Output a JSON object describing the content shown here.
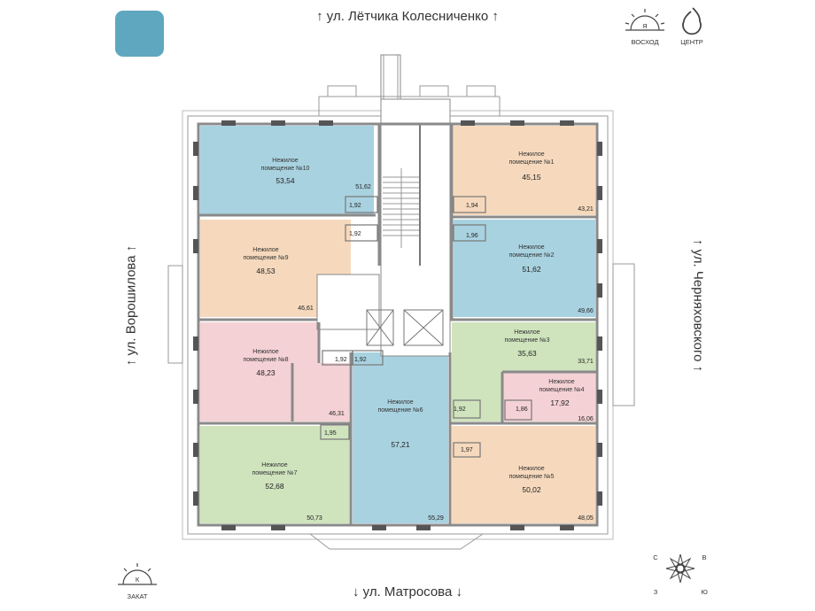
{
  "streets": {
    "top": "↑ ул. Лётчика Колесниченко ↑",
    "bottom": "↓ ул. Матросова ↓",
    "left": "↑ ул. Ворошилова ↑",
    "right": "↑ ул. Черняховского ↑"
  },
  "icons": {
    "sunrise_label": "ВОСХОД",
    "sunrise_letter": "Я",
    "center_label": "ЦЕНТР",
    "sunset_label": "ЗАКАТ",
    "sunset_letter": "К"
  },
  "compass": {
    "n": "С",
    "e": "В",
    "s": "Ю",
    "w": "З"
  },
  "rooms": {
    "r10": {
      "line1": "Нежилое",
      "line2": "помещение №10",
      "area": "53,54",
      "corner": "51,62",
      "color": "#a9d2e0"
    },
    "r9": {
      "line1": "Нежилое",
      "line2": "помещение №9",
      "area": "48,53",
      "corner": "46,61",
      "color": "#f6d9bd"
    },
    "r8": {
      "line1": "Нежилое",
      "line2": "помещение №8",
      "area": "48,23",
      "corner": "46,31",
      "color": "#f4d1d5"
    },
    "r7": {
      "line1": "Нежилое",
      "line2": "помещение №7",
      "area": "52,68",
      "corner": "50,73",
      "color": "#cfe4bd"
    },
    "r6": {
      "line1": "Нежилое",
      "line2": "помещение №6",
      "area": "57,21",
      "corner": "55,29",
      "color": "#a9d2e0"
    },
    "r1": {
      "line1": "Нежилое",
      "line2": "помещение №1",
      "area": "45,15",
      "corner": "43,21",
      "color": "#f6d9bd"
    },
    "r2": {
      "line1": "Нежилое",
      "line2": "помещение №2",
      "area": "51,62",
      "corner": "49,66",
      "color": "#a9d2e0"
    },
    "r3": {
      "line1": "Нежилое",
      "line2": "помещение №3",
      "area": "35,63",
      "corner": "33,71",
      "color": "#cfe4bd"
    },
    "r4": {
      "line1": "Нежилое",
      "line2": "помещение №4",
      "area": "17,92",
      "corner": "16,06",
      "color": "#f4d1d5"
    },
    "r5": {
      "line1": "Нежилое",
      "line2": "помещение №5",
      "area": "50,02",
      "corner": "48,05",
      "color": "#f6d9bd"
    }
  },
  "bathrooms": [
    "1,92",
    "1,92",
    "1,92",
    "1,92",
    "1,95",
    "1,94",
    "1,96",
    "1,92",
    "1,86",
    "1,97"
  ],
  "colors": {
    "wall": "#8a8a8a",
    "dark_wall": "#5a5a5a",
    "logo": "#5fa7bf"
  }
}
